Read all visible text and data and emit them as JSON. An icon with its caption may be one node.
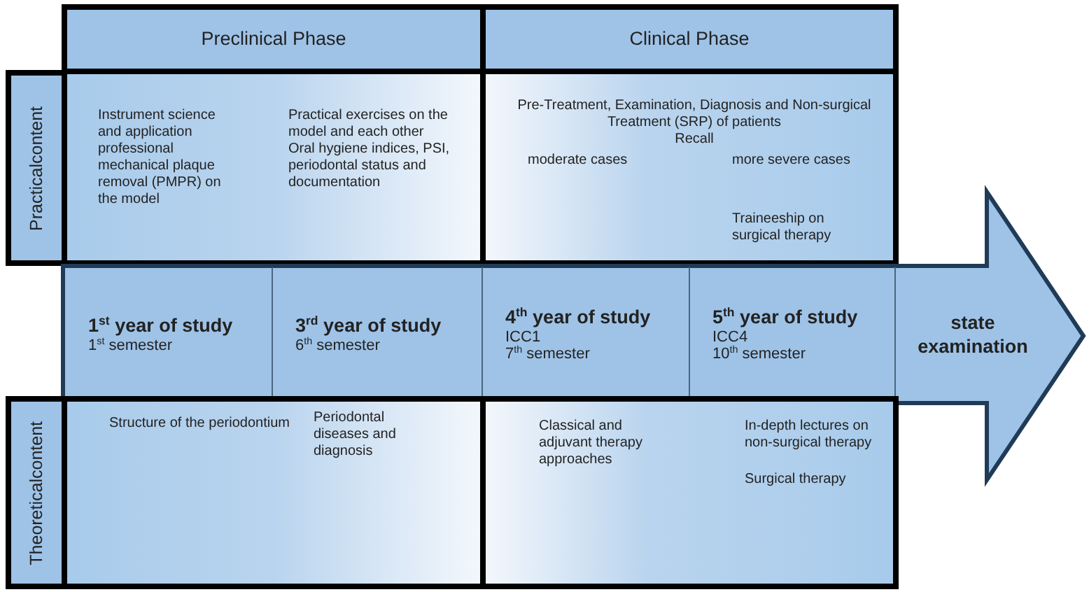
{
  "diagram": {
    "nodes": [
      {
        "text": [
          "Preclinical Phase"
        ]
      },
      {
        "text": [
          "Clinical Phase"
        ]
      },
      {
        "text": [
          "Practicalcontent"
        ]
      },
      {
        "text": [
          "Instrument science and application professional mechanical plaque removal (PMPR) on the model",
          "Practical exercises on the model and each other",
          "Oral hygiene indices, PSI, periodontal status and documentation"
        ]
      },
      {
        "text": [
          "Pre-Treatment, Examination, Diagnosis and Non-surgical Treatment (SRP) of patients",
          "Recall",
          "moderate cases",
          "more severe cases",
          "Traineeship on surgical therapy"
        ]
      },
      {
        "text": [],
        "shape": "arrow"
      },
      {
        "text": [
          "1$^{st}$ year of study",
          "1$^{st}$ semester"
        ],
        "in": 5
      },
      {
        "text": [
          "3$^{rd}$ year of study",
          "6$^{th}$ semester"
        ],
        "in": 5
      },
      {
        "text": [
          "4$^{th}$ year of study",
          "ICC1",
          "7$^{th}$ semester"
        ],
        "in": 5
      },
      {
        "text": [
          "5$^{th}$ year of study",
          "ICC4",
          "10$^{th}$ semester"
        ],
        "in": 5
      },
      {
        "text": [
          "state examination"
        ],
        "in": 5
      },
      {
        "text": [
          "Theoreticalcontent"
        ]
      },
      {
        "text": [
          "Structure of the periodontium",
          "Periodontal diseases and diagnosis"
        ]
      },
      {
        "text": [
          "Classical and adjuvant therapy approaches",
          "In-depth lectures on non-surgical therapy",
          "Surgical therapy"
        ]
      }
    ]
  }
}
